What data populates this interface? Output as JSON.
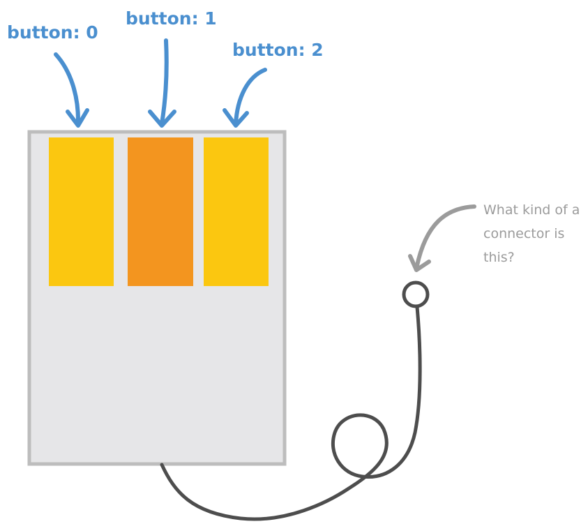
{
  "colors": {
    "label_blue": "#4a8fcf",
    "arrow_blue": "#4a8fcf",
    "mouse_body": "#e6e6e8",
    "mouse_border": "#bdbdbd",
    "button_left": "#fbc710",
    "button_middle": "#f3951f",
    "button_right": "#fbc710",
    "cable": "#4d4d4d",
    "note_gray": "#9b9b9b"
  },
  "buttons": [
    {
      "label": "button: 0"
    },
    {
      "label": "button: 1"
    },
    {
      "label": "button: 2"
    }
  ],
  "annotation": {
    "lines": [
      "What kind of a",
      "connector is",
      "this?"
    ]
  }
}
